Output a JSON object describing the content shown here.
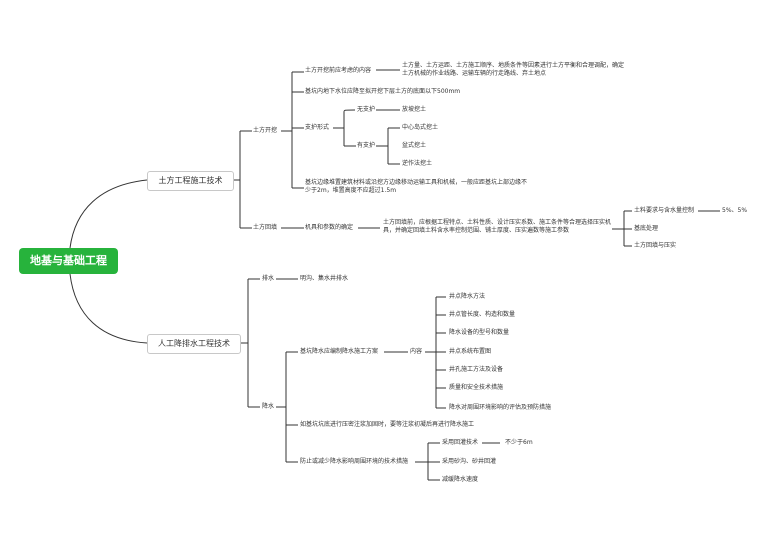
{
  "root": "地基与基础工程",
  "branches": {
    "b1": {
      "label": "土方工程施工技术",
      "kaiwa": {
        "label": "土方开挖",
        "consider": {
          "label": "土方开挖前应考虑的内容",
          "detail": "土方量、土方运距、土方施工顺序、地质条件等因素进行土方平衡和合理调配，确定土方机械的作业线路、运输车辆的行走路线、弃土地点"
        },
        "groundwater": "基坑内地下水位应降至拟开挖下层土方的底面以下500mm",
        "support": {
          "label": "支护形式",
          "none": {
            "label": "无支护",
            "child": "放坡挖土"
          },
          "with": {
            "label": "有支护",
            "items": [
              "中心岛式挖土",
              "盆式挖土",
              "逆作法挖土"
            ]
          }
        },
        "edge": "基坑边缘堆置建筑材料或沿挖方边缘移动运输工具和机械，一般应距基坑上部边缘不少于2m，堆置高度不应超过1.5m"
      },
      "huitian": {
        "label": "土方回填",
        "mech": {
          "label": "机具和参数的确定",
          "detail": "土方回填前，应根据工程特点、土料性质、设计压实系数、施工条件等合理选择压实机具，并确定回填土料含水率控制范围、铺土厚度、压实遍数等施工参数",
          "items": [
            "土料要求与含水量控制",
            "基底处理",
            "土方回填与压实"
          ],
          "moisture": "5%、5%"
        }
      }
    },
    "b2": {
      "label": "人工降排水工程技术",
      "paishui": {
        "label": "排水",
        "child": "明沟、集水井排水"
      },
      "jiangshui": {
        "label": "降水",
        "plan": {
          "label": "基坑降水应编制降水施工方案",
          "content": "内容",
          "items": [
            "井点降水方法",
            "井点管长度、构造和数量",
            "降水设备的型号和数量",
            "井点系统布置图",
            "井孔施工方法及设备",
            "质量和安全技术措施",
            "降水对周围环境影响的评估及预防措施"
          ]
        },
        "press": "如基坑坑底进行压密注浆加固时，要等注浆初凝后再进行降水施工",
        "prevent": {
          "label": "防止或减少降水影响周围环境的技术措施",
          "items": [
            "采用回灌技术",
            "采用砂沟、砂井回灌",
            "减缓降水速度"
          ],
          "recharge": "不少于6m"
        }
      }
    }
  }
}
